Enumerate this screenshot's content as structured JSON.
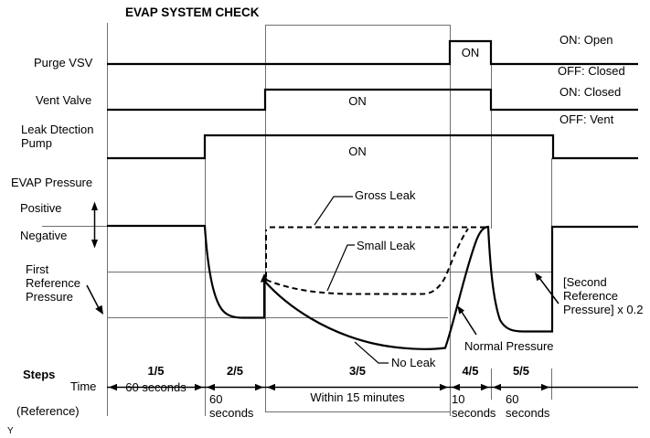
{
  "diagram": {
    "title": "EVAP SYSTEM CHECK",
    "footnote": "Y"
  },
  "signals": {
    "purge_vsv": {
      "label": "Purge VSV",
      "on_label": "ON",
      "legend_on": "ON: Open",
      "legend_off": "OFF: Closed",
      "on_during_step": "4/5"
    },
    "vent_valve": {
      "label": "Vent Valve",
      "on_label": "ON",
      "legend_on": "ON: Closed",
      "legend_off": "OFF: Vent",
      "on_during_step": "3/5 to 4/5"
    },
    "leak_pump": {
      "label": "Leak Dtection\nPump",
      "on_label": "ON",
      "on_during_step": "2/5 to 5/5"
    }
  },
  "pressure": {
    "label": "EVAP Pressure",
    "positive_label": "Positive",
    "negative_label": "Negative",
    "first_reference_label": "First\nReference\nPressure",
    "second_reference_label": "[Second\nReference\nPressure] x 0.2",
    "gross_leak_label": "Gross Leak",
    "small_leak_label": "Small Leak",
    "no_leak_label": "No Leak",
    "normal_pressure_label": "Normal Pressure"
  },
  "timeline": {
    "steps_label": "Steps",
    "time_label": "Time",
    "reference_label": "(Reference)",
    "sections": [
      {
        "step": "1/5",
        "time": "60 seconds"
      },
      {
        "step": "2/5",
        "time": "60\nseconds"
      },
      {
        "step": "3/5",
        "time": "Within 15 minutes"
      },
      {
        "step": "4/5",
        "time": "10\nseconds"
      },
      {
        "step": "5/5",
        "time": "60\nseconds"
      }
    ]
  },
  "colors": {
    "ink": "#000000",
    "thin_line": "#707070",
    "background": "#ffffff"
  }
}
